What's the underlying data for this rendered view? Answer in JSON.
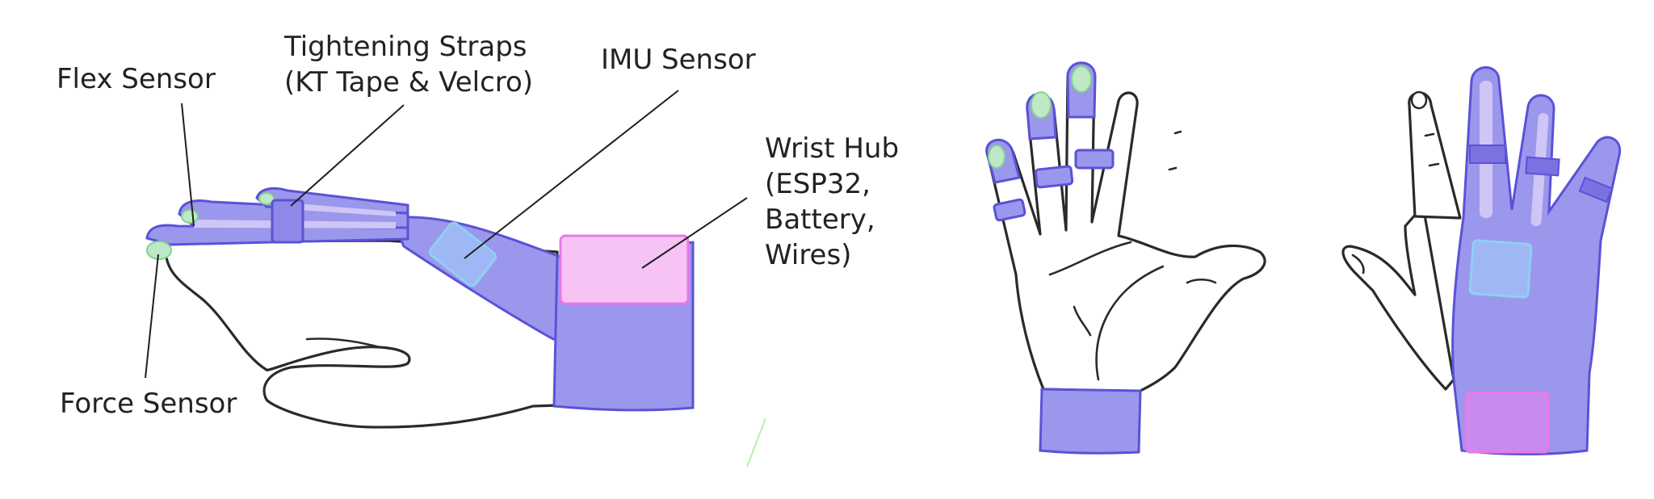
{
  "labels": {
    "flex_sensor": "Flex Sensor",
    "tightening_straps": {
      "line1": "Tightening Straps",
      "line2": "(KT Tape & Velcro)"
    },
    "imu_sensor": "IMU Sensor",
    "wrist_hub": {
      "line1": "Wrist Hub",
      "line2": "(ESP32,",
      "line3": "Battery,",
      "line4": "Wires)"
    },
    "force_sensor": "Force Sensor"
  },
  "colors": {
    "glove": "#9b97ec",
    "glove_stroke": "#5b52d6",
    "strap": "#8f88e6",
    "flex_strip": "#cfc6f6",
    "force_pad": "#bfe8c6",
    "force_stroke": "#86d08f",
    "imu": "#9fb8f5",
    "imu_stroke": "#8fd0f2",
    "hub": "#f7c3f4",
    "hub_stroke": "#e878e6",
    "hub_back": "#c98af0",
    "outline": "#2a2a2a",
    "text": "#222222"
  }
}
